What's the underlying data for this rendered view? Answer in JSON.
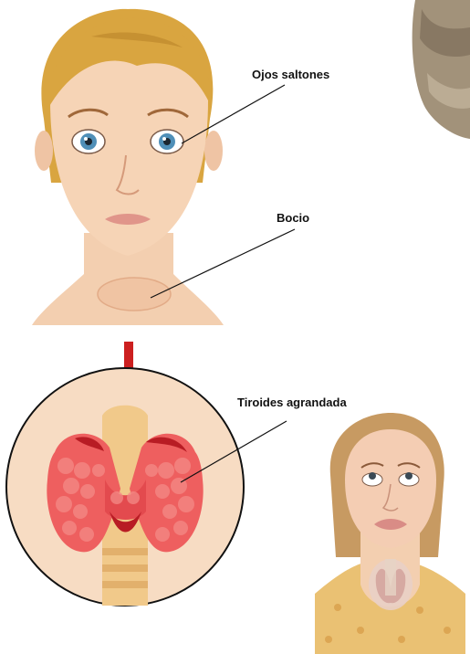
{
  "labels": {
    "bulging_eyes": "Ojos saltones",
    "goiter": "Bocio",
    "enlarged_thyroid": "Tiroides agrandada"
  },
  "colors": {
    "skin": "#f3cfb0",
    "skin_shadow": "#e2ab87",
    "hair": "#d9a540",
    "hair_dark": "#b9832a",
    "iris": "#4f8fb8",
    "lips": "#e0958a",
    "arrow": "#cc1f1f",
    "thyroid": "#ee5f5f",
    "thyroid_dark": "#b81c24",
    "trachea": "#f1c98a",
    "circle_fill": "#f7dcc3",
    "leader_line": "#111111"
  }
}
